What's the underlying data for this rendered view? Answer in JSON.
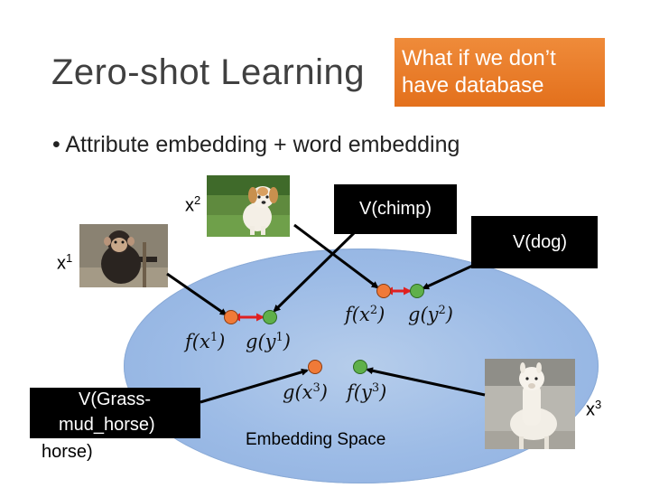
{
  "title": "Zero-shot Learning",
  "callout": {
    "line1": "What if we don’t",
    "line2": "have database"
  },
  "bullet": "• Attribute embedding + word embedding",
  "labels": {
    "x1": "x",
    "x1_sup": "1",
    "x2": "x",
    "x2_sup": "2",
    "x3": "x",
    "x3_sup": "3",
    "v_chimp": "V(chimp)",
    "v_dog": "V(dog)",
    "v_grass_line1": "V(Grass-",
    "v_grass_line2": "mud_horse)",
    "horse": "horse)",
    "embedding_space": "Embedding Space"
  },
  "math": {
    "f_x1": "f(x",
    "f_x1_sup": "1",
    "f_x1_close": ")",
    "g_y1": "g(y",
    "g_y1_sup": "1",
    "g_y1_close": ")",
    "f_x2": "f(x",
    "f_x2_sup": "2",
    "f_x2_close": ")",
    "g_y2": "g(y",
    "g_y2_sup": "2",
    "g_y2_close": ")",
    "g_x3": "g(x",
    "g_x3_sup": "3",
    "g_x3_close": ")",
    "f_y3": "f(y",
    "f_y3_sup": "3",
    "f_y3_close": ")"
  },
  "colors": {
    "callout": "#e87a28",
    "ellipse": "#9cbbe6",
    "orange_dot": "#f07a38",
    "green_dot": "#5fb04a",
    "red_arrow": "#e02020"
  }
}
